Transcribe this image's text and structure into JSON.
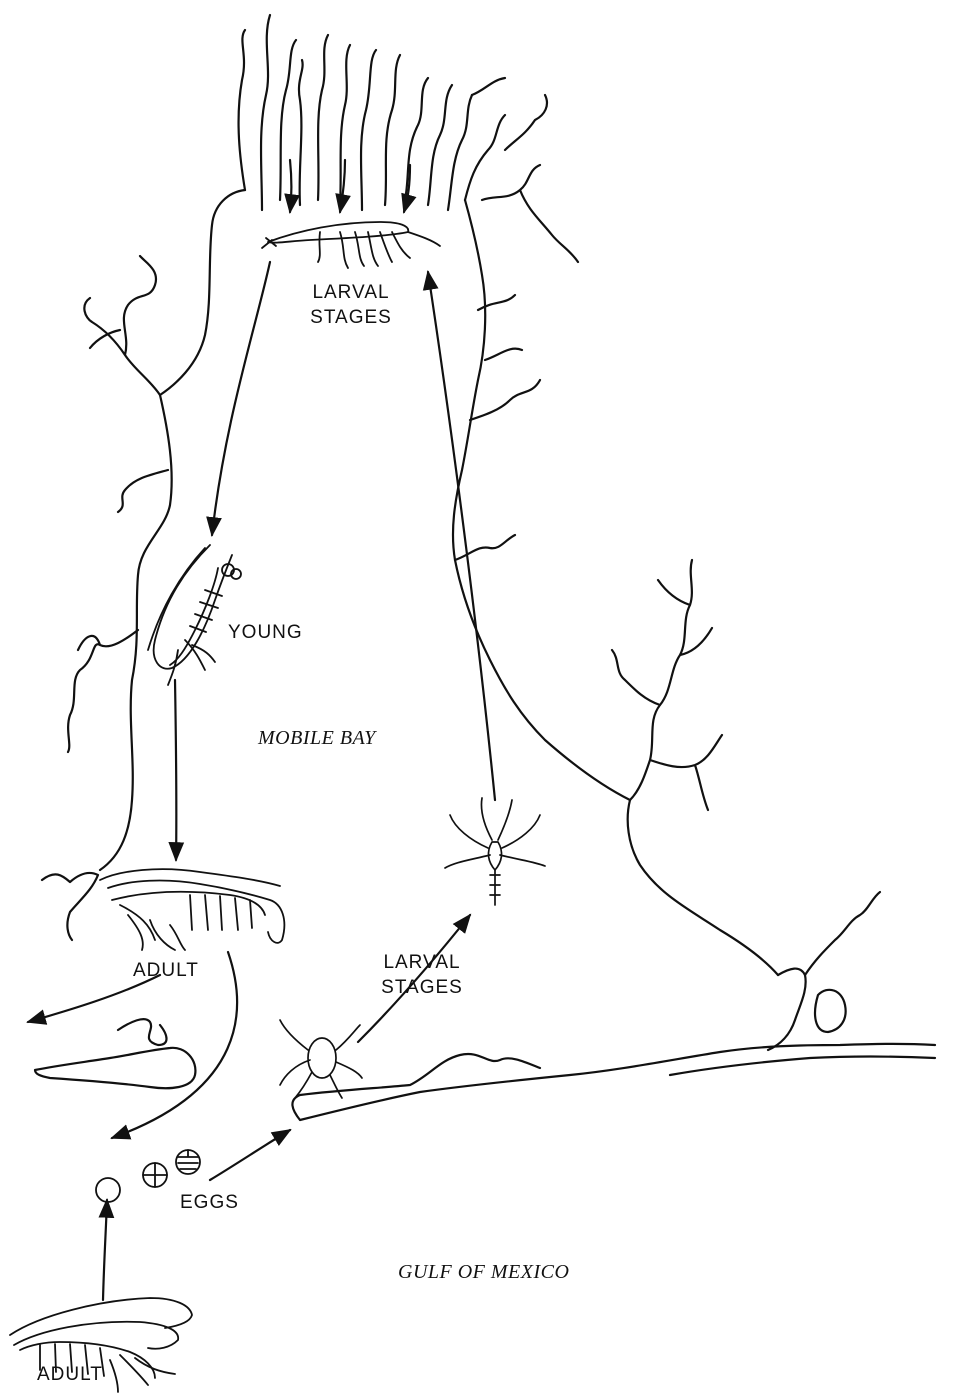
{
  "labels": {
    "larval_stages_top_line1": "LARVAL",
    "larval_stages_top_line2": "STAGES",
    "young": "YOUNG",
    "mobile_bay": "MOBILE BAY",
    "adult_bay": "ADULT",
    "larval_stages_gulf_line1": "LARVAL",
    "larval_stages_gulf_line2": "STAGES",
    "eggs": "EGGS",
    "gulf_of_mexico": "GULF OF MEXICO",
    "adult_gulf": "ADULT"
  },
  "colors": {
    "ink": "#111111",
    "background": "#ffffff"
  }
}
